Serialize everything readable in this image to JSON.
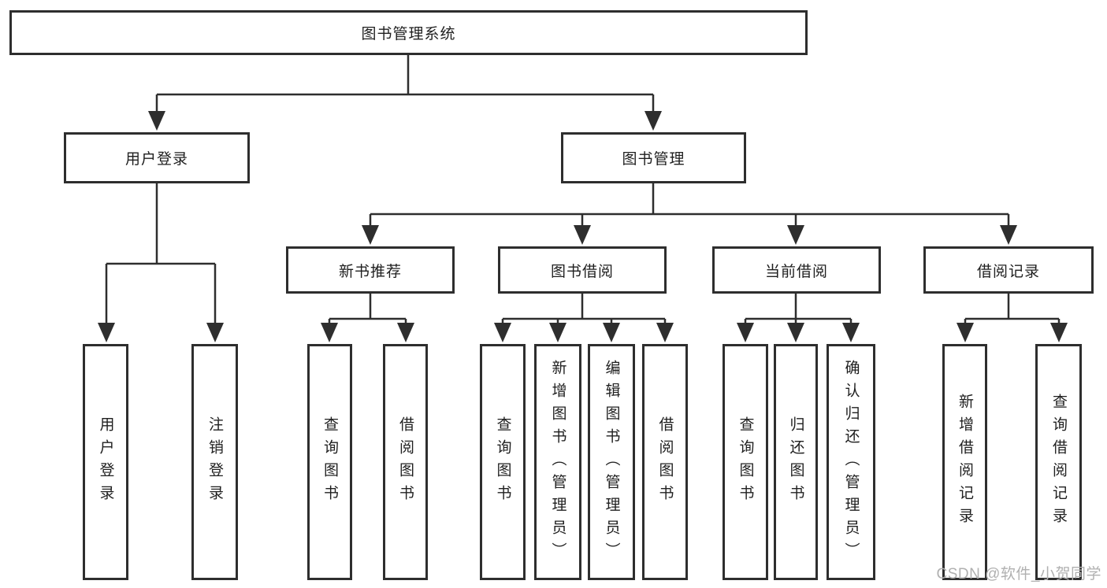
{
  "nodes": {
    "root": "图书管理系统",
    "level2": [
      "用户登录",
      "图书管理"
    ],
    "level3": [
      "新书推荐",
      "图书借阅",
      "当前借阅",
      "借阅记录"
    ],
    "user_login_children": [
      "用户登录",
      "注销登录"
    ],
    "new_book_children": [
      "查询图书",
      "借阅图书"
    ],
    "book_borrow_children": [
      "查询图书",
      "新增图书（管理员）",
      "编辑图书（管理员）",
      "借阅图书"
    ],
    "current_borrow_children": [
      "查询图书",
      "归还图书",
      "确认归还（管理员）"
    ],
    "borrow_record_children": [
      "新增借阅记录",
      "查询借阅记录"
    ]
  },
  "watermark": "CSDN @软件_小贺同学",
  "colors": {
    "line": "#2e2e2e",
    "text": "#1f1f1f",
    "watermark": "#b0b0b0",
    "background": "#ffffff"
  }
}
